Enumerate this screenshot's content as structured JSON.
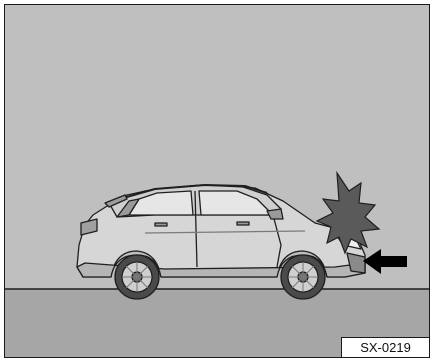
{
  "figure": {
    "code": "SX-0219",
    "colors": {
      "background": "#bfbfbf",
      "ground": "#a6a6a6",
      "car_body": "#d6d6d6",
      "outline": "#1f1f1f",
      "impact_burst": "#5a5a5a",
      "arrow": "#000000"
    },
    "icons": [
      "suv-side-view",
      "front-impact-burst",
      "direction-arrow-left"
    ]
  }
}
